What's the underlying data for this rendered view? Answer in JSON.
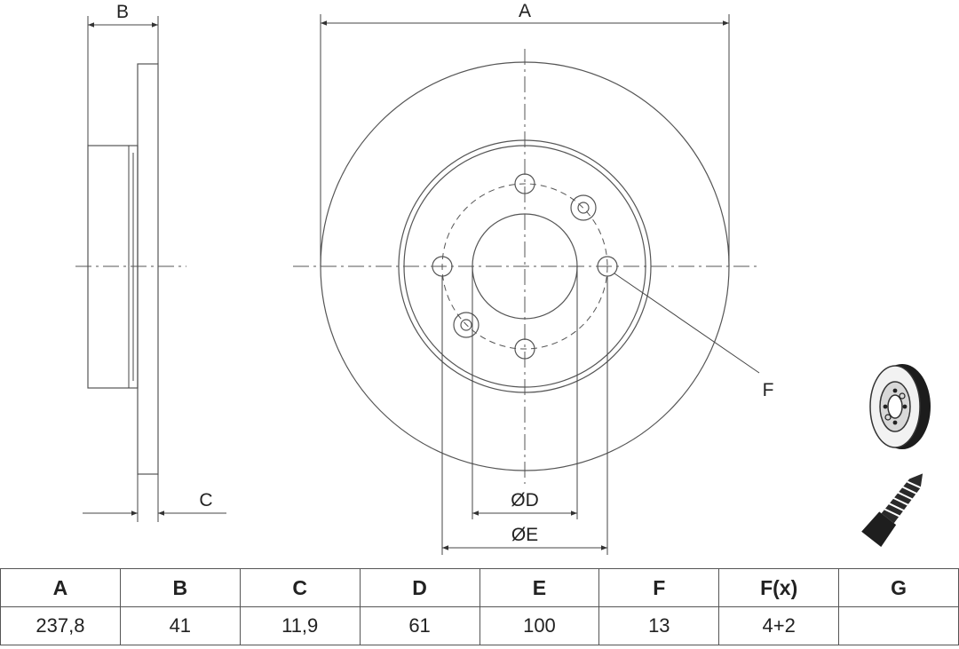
{
  "drawing": {
    "dim_a": "A",
    "dim_b": "B",
    "dim_c": "C",
    "dim_d": "ØD",
    "dim_e": "ØE",
    "dim_f": "F"
  },
  "icons": [
    "brake-disc-icon",
    "screw-icon"
  ],
  "table": {
    "headers": [
      "A",
      "B",
      "C",
      "D",
      "E",
      "F",
      "F(x)",
      "G"
    ],
    "values": [
      "237,8",
      "41",
      "11,9",
      "61",
      "100",
      "13",
      "4+2",
      ""
    ]
  }
}
